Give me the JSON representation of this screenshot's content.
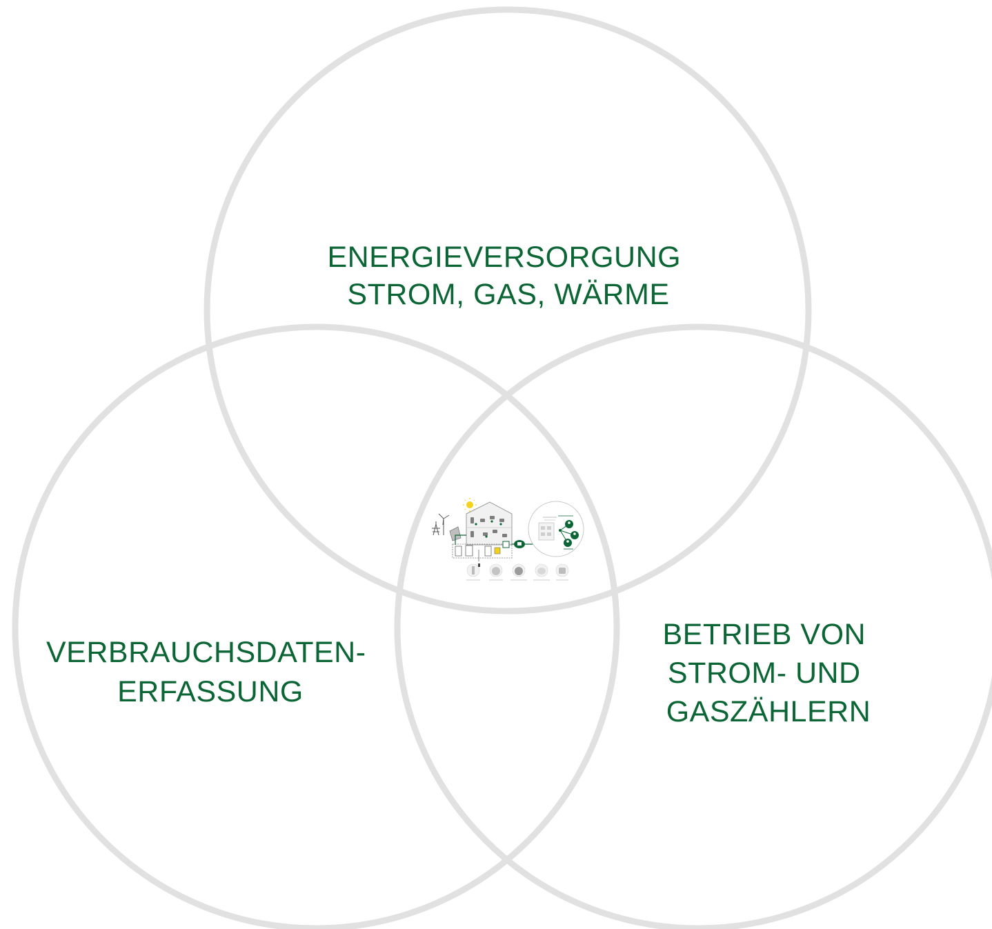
{
  "colors": {
    "circle_stroke": "#e1e1e1",
    "label": "#0b6534",
    "accent_green": "#0b6534",
    "sun_yellow": "#f4d21c",
    "illustration_gray": "#9a9a9a",
    "illustration_light": "#d9d9d9"
  },
  "circles": [
    {
      "id": "top",
      "label_lines": [
        "ENERGIEVERSORGUNG",
        "STROM, GAS, WÄRME"
      ]
    },
    {
      "id": "left",
      "label_lines": [
        "VERBRAUCHSDATEN-",
        "ERFASSUNG"
      ]
    },
    {
      "id": "right",
      "label_lines": [
        "BETRIEB VON",
        "STROM- UND",
        "GASZÄHLERN"
      ]
    }
  ],
  "center_illustration": {
    "icon": "smart-building-energy-network-illustration"
  }
}
